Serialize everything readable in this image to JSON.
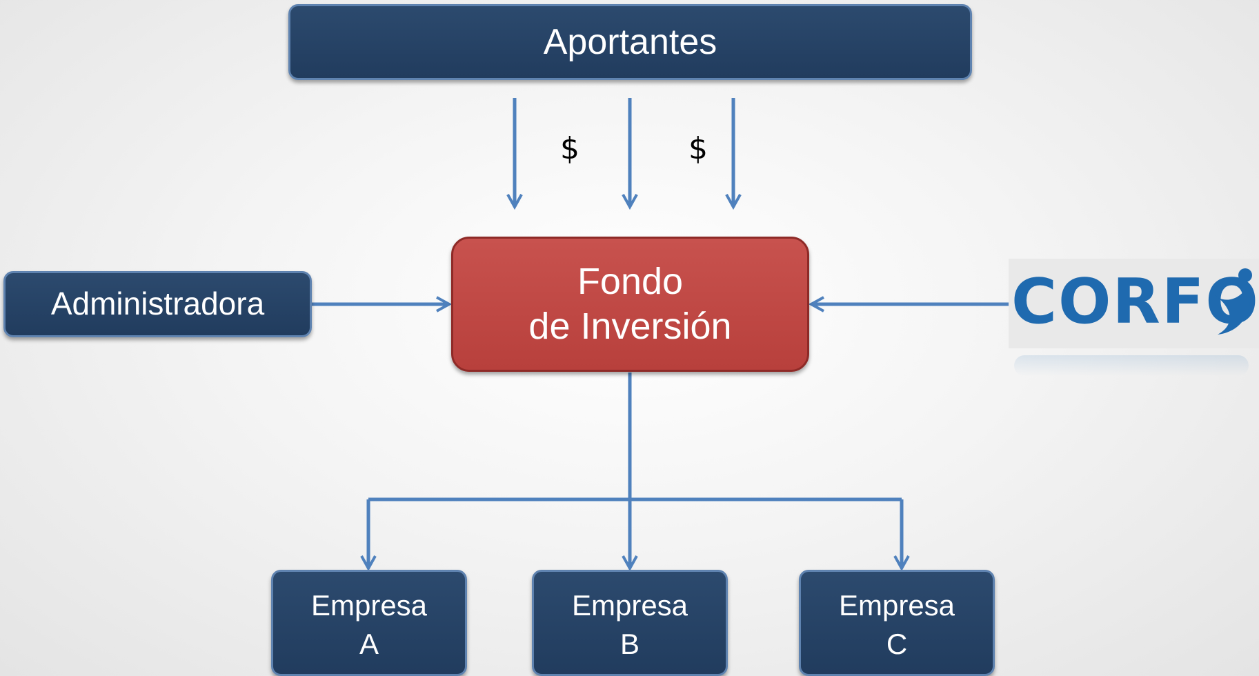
{
  "diagram": {
    "contributors_label": "Aportantes",
    "fund_label_line1": "Fondo",
    "fund_label_line2": "de Inversión",
    "administrator_label": "Administradora",
    "flow_symbol_1": "$",
    "flow_symbol_2": "$",
    "companies": [
      {
        "line1": "Empresa",
        "line2": "A"
      },
      {
        "line1": "Empresa",
        "line2": "B"
      },
      {
        "line1": "Empresa",
        "line2": "C"
      }
    ],
    "logo_text": "CORFO"
  },
  "colors": {
    "dark_box": "#213c5e",
    "fund_box": "#c0504d",
    "connector": "#4f81bd",
    "logo_blue": "#1f6aaf"
  }
}
